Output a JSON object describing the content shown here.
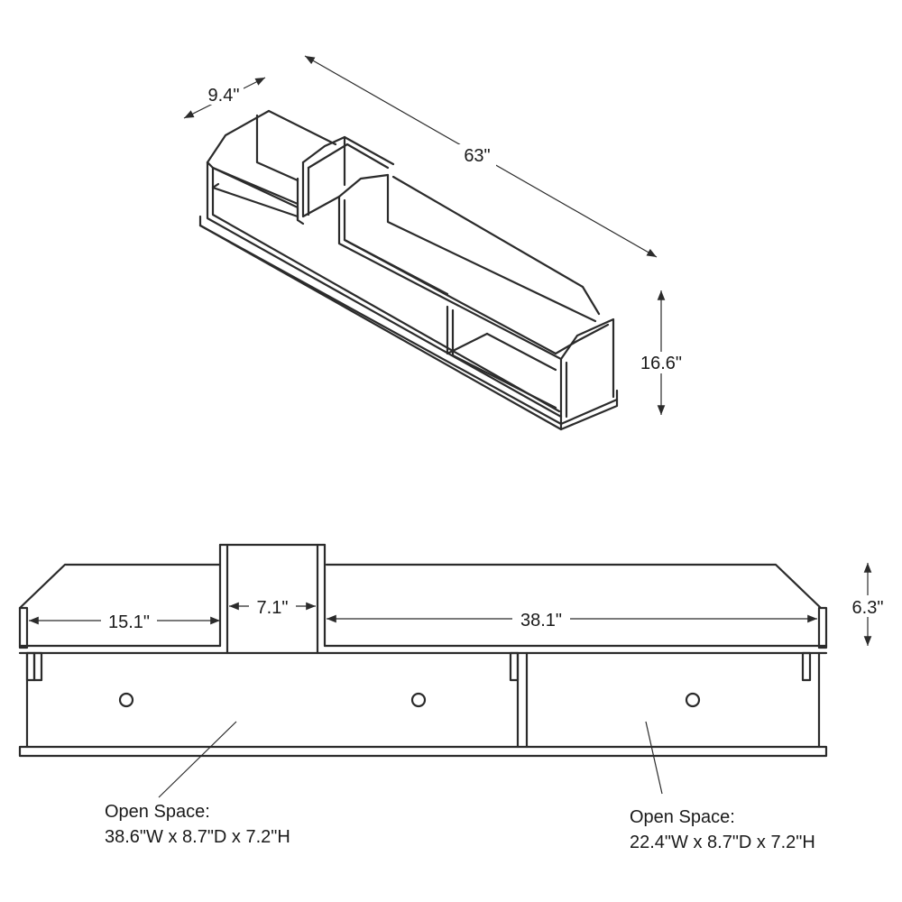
{
  "dimensions": {
    "depth": "9.4\"",
    "width": "63\"",
    "height": "16.6\"",
    "left_section": "15.1\"",
    "center_section": "7.1\"",
    "right_section": "38.1\"",
    "riser_height": "6.3\""
  },
  "callouts": {
    "left_open_space": {
      "title": "Open Space:",
      "size": "38.6\"W x 8.7\"D x 7.2\"H"
    },
    "right_open_space": {
      "title": "Open Space:",
      "size": "22.4\"W x 8.7\"D x 7.2\"H"
    }
  },
  "colors": {
    "line": "#2b2b2b",
    "text": "#1a1a1a",
    "background": "#ffffff"
  }
}
